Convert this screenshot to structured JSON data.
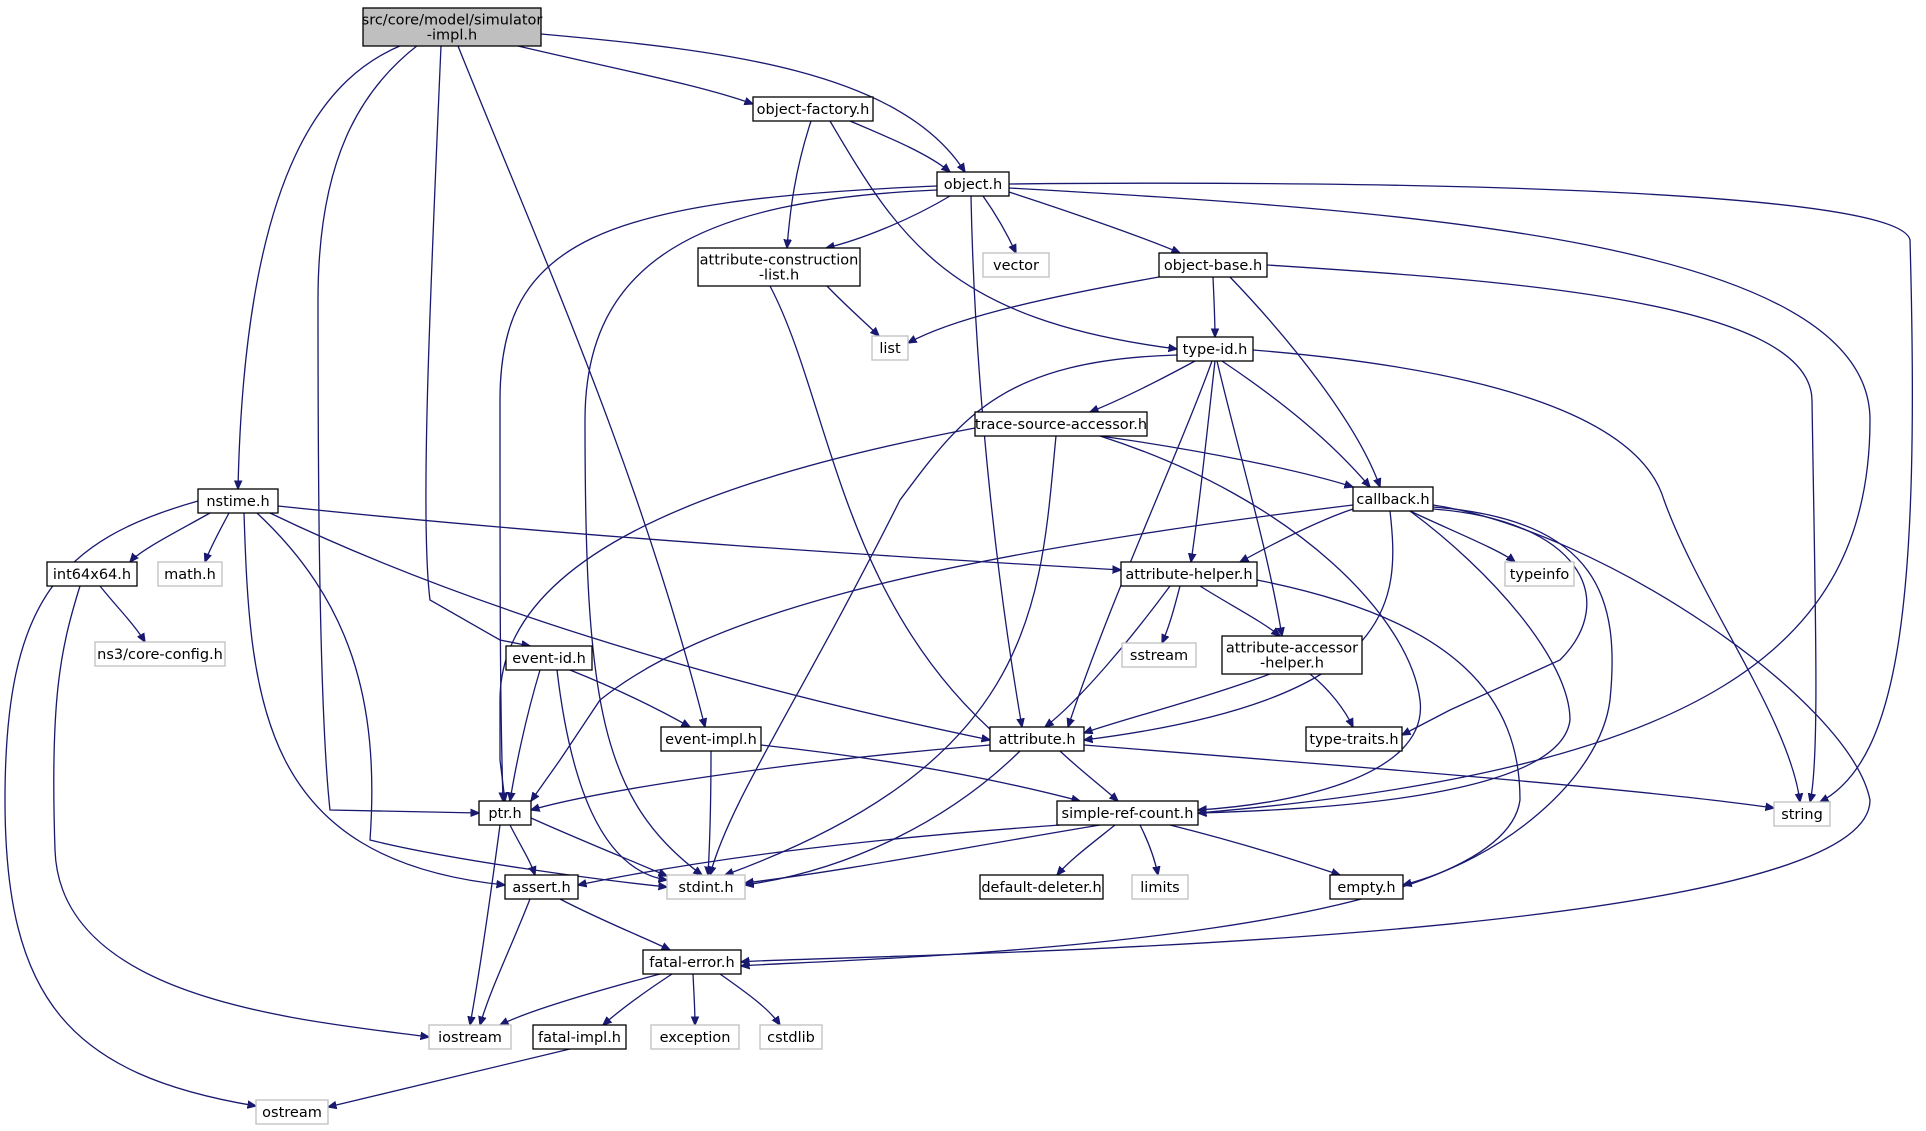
{
  "colors": {
    "edge": "#191970",
    "root_fill": "#bfbfbf",
    "node_stroke": "#000000",
    "system_stroke": "#bfbfbf",
    "text": "#000000"
  },
  "nodes": [
    {
      "id": "root",
      "lines": [
        "src/core/model/simulator",
        "-impl.h"
      ],
      "kind": "root"
    },
    {
      "id": "object-factory",
      "lines": [
        "object-factory.h"
      ],
      "kind": "project"
    },
    {
      "id": "object",
      "lines": [
        "object.h"
      ],
      "kind": "project"
    },
    {
      "id": "attr-constr",
      "lines": [
        "attribute-construction",
        "-list.h"
      ],
      "kind": "project"
    },
    {
      "id": "vector",
      "lines": [
        "vector"
      ],
      "kind": "system"
    },
    {
      "id": "object-base",
      "lines": [
        "object-base.h"
      ],
      "kind": "project"
    },
    {
      "id": "list",
      "lines": [
        "list"
      ],
      "kind": "system"
    },
    {
      "id": "type-id",
      "lines": [
        "type-id.h"
      ],
      "kind": "project"
    },
    {
      "id": "trace-source",
      "lines": [
        "trace-source-accessor.h"
      ],
      "kind": "project"
    },
    {
      "id": "nstime",
      "lines": [
        "nstime.h"
      ],
      "kind": "project"
    },
    {
      "id": "callback",
      "lines": [
        "callback.h"
      ],
      "kind": "project"
    },
    {
      "id": "int64x64",
      "lines": [
        "int64x64.h"
      ],
      "kind": "project"
    },
    {
      "id": "math",
      "lines": [
        "math.h"
      ],
      "kind": "system"
    },
    {
      "id": "attr-helper",
      "lines": [
        "attribute-helper.h"
      ],
      "kind": "project"
    },
    {
      "id": "typeinfo",
      "lines": [
        "typeinfo"
      ],
      "kind": "system"
    },
    {
      "id": "core-config",
      "lines": [
        "ns3/core-config.h"
      ],
      "kind": "system"
    },
    {
      "id": "event-id",
      "lines": [
        "event-id.h"
      ],
      "kind": "project"
    },
    {
      "id": "sstream",
      "lines": [
        "sstream"
      ],
      "kind": "system"
    },
    {
      "id": "attr-accessor",
      "lines": [
        "attribute-accessor",
        "-helper.h"
      ],
      "kind": "project"
    },
    {
      "id": "event-impl",
      "lines": [
        "event-impl.h"
      ],
      "kind": "project"
    },
    {
      "id": "attribute",
      "lines": [
        "attribute.h"
      ],
      "kind": "project"
    },
    {
      "id": "type-traits",
      "lines": [
        "type-traits.h"
      ],
      "kind": "project"
    },
    {
      "id": "ptr",
      "lines": [
        "ptr.h"
      ],
      "kind": "project"
    },
    {
      "id": "simple-ref",
      "lines": [
        "simple-ref-count.h"
      ],
      "kind": "project"
    },
    {
      "id": "string",
      "lines": [
        "string"
      ],
      "kind": "system"
    },
    {
      "id": "assert",
      "lines": [
        "assert.h"
      ],
      "kind": "project"
    },
    {
      "id": "stdint",
      "lines": [
        "stdint.h"
      ],
      "kind": "system"
    },
    {
      "id": "default-deleter",
      "lines": [
        "default-deleter.h"
      ],
      "kind": "project"
    },
    {
      "id": "limits",
      "lines": [
        "limits"
      ],
      "kind": "system"
    },
    {
      "id": "empty",
      "lines": [
        "empty.h"
      ],
      "kind": "project"
    },
    {
      "id": "fatal-error",
      "lines": [
        "fatal-error.h"
      ],
      "kind": "project"
    },
    {
      "id": "iostream",
      "lines": [
        "iostream"
      ],
      "kind": "system"
    },
    {
      "id": "fatal-impl",
      "lines": [
        "fatal-impl.h"
      ],
      "kind": "project"
    },
    {
      "id": "exception",
      "lines": [
        "exception"
      ],
      "kind": "system"
    },
    {
      "id": "cstdlib",
      "lines": [
        "cstdlib"
      ],
      "kind": "system"
    },
    {
      "id": "ostream",
      "lines": [
        "ostream"
      ],
      "kind": "system"
    }
  ],
  "edges": [
    {
      "from": "root",
      "to": "nstime"
    },
    {
      "from": "root",
      "to": "ptr"
    },
    {
      "from": "root",
      "to": "event-id"
    },
    {
      "from": "root",
      "to": "event-impl"
    },
    {
      "from": "root",
      "to": "object-factory"
    },
    {
      "from": "root",
      "to": "object"
    },
    {
      "from": "object-factory",
      "to": "object"
    },
    {
      "from": "object-factory",
      "to": "attr-constr"
    },
    {
      "from": "object-factory",
      "to": "type-id"
    },
    {
      "from": "object",
      "to": "ptr"
    },
    {
      "from": "object",
      "to": "stdint"
    },
    {
      "from": "object",
      "to": "attr-constr"
    },
    {
      "from": "object",
      "to": "vector"
    },
    {
      "from": "object",
      "to": "object-base"
    },
    {
      "from": "object",
      "to": "attribute"
    },
    {
      "from": "object",
      "to": "simple-ref"
    },
    {
      "from": "object",
      "to": "string"
    },
    {
      "from": "attr-constr",
      "to": "list"
    },
    {
      "from": "attr-constr",
      "to": "attribute"
    },
    {
      "from": "object-base",
      "to": "list"
    },
    {
      "from": "object-base",
      "to": "type-id"
    },
    {
      "from": "object-base",
      "to": "callback"
    },
    {
      "from": "object-base",
      "to": "string"
    },
    {
      "from": "type-id",
      "to": "stdint"
    },
    {
      "from": "type-id",
      "to": "trace-source"
    },
    {
      "from": "type-id",
      "to": "attribute"
    },
    {
      "from": "type-id",
      "to": "attr-helper"
    },
    {
      "from": "type-id",
      "to": "attr-accessor"
    },
    {
      "from": "type-id",
      "to": "callback"
    },
    {
      "from": "type-id",
      "to": "string"
    },
    {
      "from": "trace-source",
      "to": "ptr"
    },
    {
      "from": "trace-source",
      "to": "stdint"
    },
    {
      "from": "trace-source",
      "to": "callback"
    },
    {
      "from": "trace-source",
      "to": "simple-ref"
    },
    {
      "from": "nstime",
      "to": "ostream"
    },
    {
      "from": "nstime",
      "to": "int64x64"
    },
    {
      "from": "nstime",
      "to": "math"
    },
    {
      "from": "nstime",
      "to": "assert"
    },
    {
      "from": "nstime",
      "to": "stdint"
    },
    {
      "from": "nstime",
      "to": "attribute"
    },
    {
      "from": "nstime",
      "to": "attr-helper"
    },
    {
      "from": "callback",
      "to": "ptr"
    },
    {
      "from": "callback",
      "to": "attr-helper"
    },
    {
      "from": "callback",
      "to": "attribute"
    },
    {
      "from": "callback",
      "to": "typeinfo"
    },
    {
      "from": "callback",
      "to": "type-traits"
    },
    {
      "from": "callback",
      "to": "simple-ref"
    },
    {
      "from": "callback",
      "to": "empty"
    },
    {
      "from": "callback",
      "to": "fatal-error"
    },
    {
      "from": "int64x64",
      "to": "core-config"
    },
    {
      "from": "int64x64",
      "to": "iostream"
    },
    {
      "from": "attr-helper",
      "to": "sstream"
    },
    {
      "from": "attr-helper",
      "to": "attr-accessor"
    },
    {
      "from": "attr-helper",
      "to": "attribute"
    },
    {
      "from": "attr-helper",
      "to": "fatal-error"
    },
    {
      "from": "event-id",
      "to": "ptr"
    },
    {
      "from": "event-id",
      "to": "stdint"
    },
    {
      "from": "event-id",
      "to": "event-impl"
    },
    {
      "from": "attr-accessor",
      "to": "attribute"
    },
    {
      "from": "attr-accessor",
      "to": "type-traits"
    },
    {
      "from": "event-impl",
      "to": "stdint"
    },
    {
      "from": "event-impl",
      "to": "simple-ref"
    },
    {
      "from": "attribute",
      "to": "ptr"
    },
    {
      "from": "attribute",
      "to": "stdint"
    },
    {
      "from": "attribute",
      "to": "simple-ref"
    },
    {
      "from": "attribute",
      "to": "string"
    },
    {
      "from": "ptr",
      "to": "iostream"
    },
    {
      "from": "ptr",
      "to": "stdint"
    },
    {
      "from": "ptr",
      "to": "assert"
    },
    {
      "from": "simple-ref",
      "to": "stdint"
    },
    {
      "from": "simple-ref",
      "to": "assert"
    },
    {
      "from": "simple-ref",
      "to": "default-deleter"
    },
    {
      "from": "simple-ref",
      "to": "limits"
    },
    {
      "from": "simple-ref",
      "to": "empty"
    },
    {
      "from": "assert",
      "to": "iostream"
    },
    {
      "from": "assert",
      "to": "fatal-error"
    },
    {
      "from": "fatal-error",
      "to": "iostream"
    },
    {
      "from": "fatal-error",
      "to": "fatal-impl"
    },
    {
      "from": "fatal-error",
      "to": "exception"
    },
    {
      "from": "fatal-error",
      "to": "cstdlib"
    },
    {
      "from": "fatal-impl",
      "to": "ostream"
    }
  ]
}
